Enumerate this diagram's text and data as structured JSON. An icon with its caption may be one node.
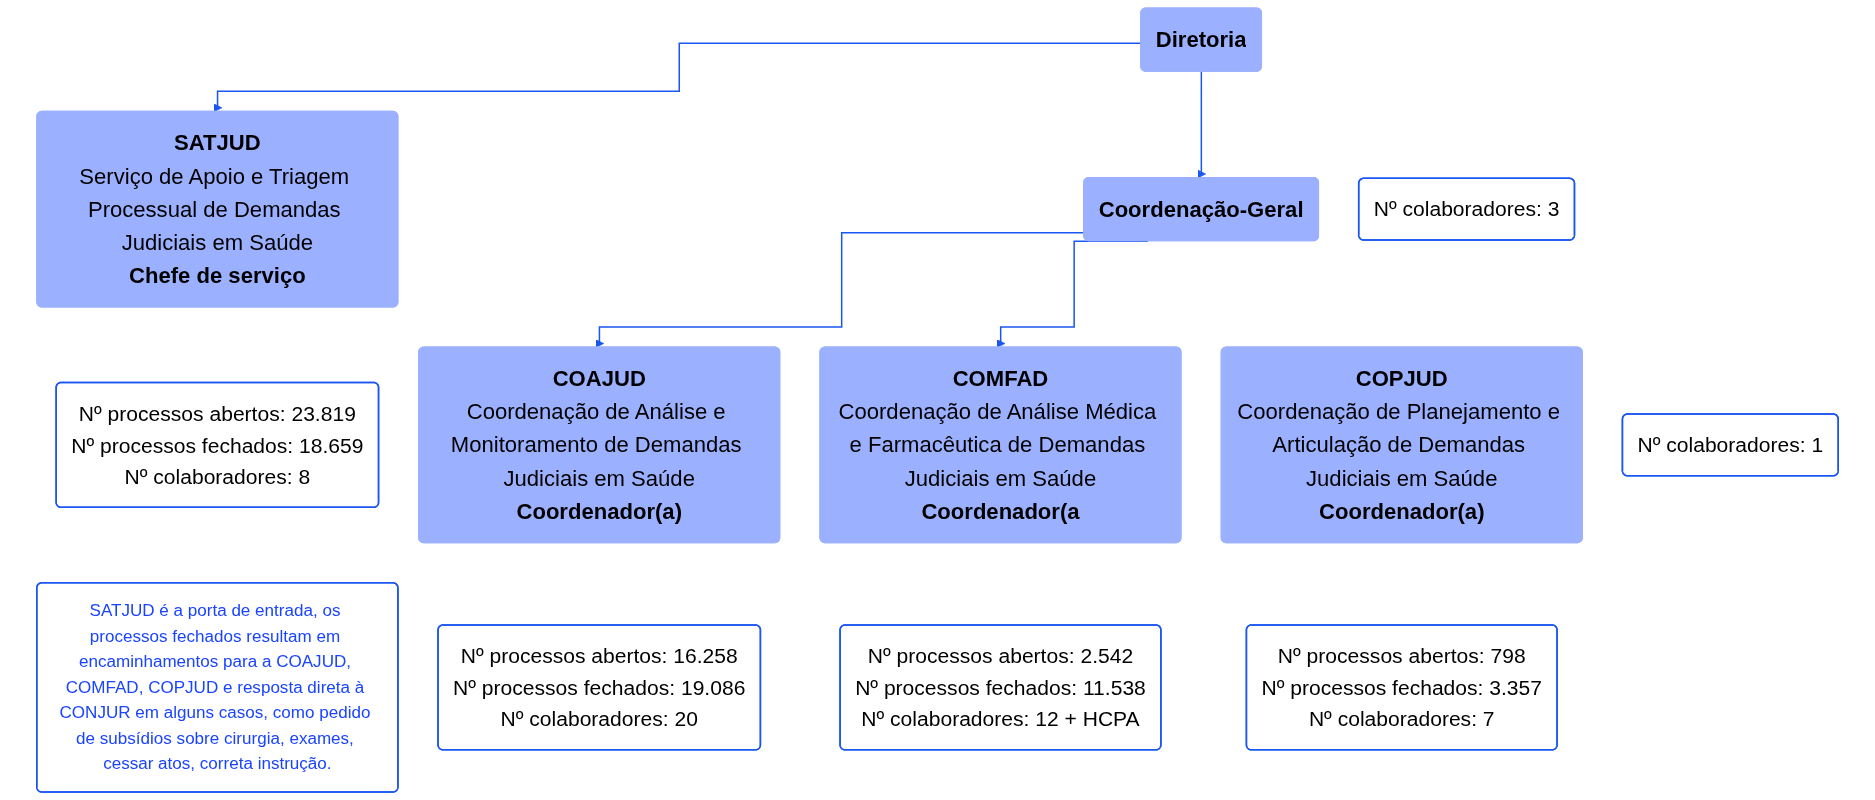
{
  "diagram": {
    "nodes": [
      {
        "text": [
          "Diretoria"
        ]
      },
      {
        "text": [
          "Nº colaboradores: 3"
        ]
      },
      {
        "text": [
          "SATJUD",
          "Serviço de Apoio e Triagem Processual de Demandas Judiciais em Saúde",
          "Chefe de serviço"
        ]
      },
      {
        "text": [
          "Coordenação-Geral"
        ]
      },
      {
        "text": [
          "Nº colaboradores: 1"
        ]
      },
      {
        "text": [
          "Nº processos abertos: 23.819",
          "Nº processos fechados: 18.659",
          "Nº colaboradores: 8"
        ]
      },
      {
        "text": [
          "SATJUD é a porta de entrada, os processos fechados resultam em encaminhamentos para a COAJUD, COMFAD, COPJUD e resposta direta à CONJUR em alguns casos, como pedido de subsídios sobre cirurgia, exames, cessar atos, correta instrução."
        ]
      },
      {
        "text": [
          "COAJUD",
          "Coordenação de Análise e Monitoramento de Demandas Judiciais em Saúde",
          "Coordenador(a)"
        ]
      },
      {
        "text": [
          "Nº processos abertos: 16.258",
          "Nº processos fechados: 19.086",
          "Nº colaboradores: 20"
        ]
      },
      {
        "text": [
          "COMFAD",
          "Coordenação de Análise Médica e Farmacêutica de Demandas Judiciais em Saúde",
          "Coordenador(a"
        ]
      },
      {
        "text": [
          "Nº processos abertos: 2.542",
          "Nº processos fechados: 11.538",
          "Nº colaboradores: 12 + HCPA"
        ]
      },
      {
        "text": [
          "COPJUD",
          "Coordenação de Planejamento e Articulação de Demandas Judiciais em Saúde",
          "Coordenador(a)"
        ]
      },
      {
        "text": [
          "Nº processos abertos: 798",
          "Nº processos fechados: 3.357",
          "Nº colaboradores: 7"
        ]
      }
    ],
    "edges": [
      {
        "from": 0,
        "to": 2,
        "arrow": "to"
      },
      {
        "from": 0,
        "to": 3,
        "arrow": "to"
      },
      {
        "from": 3,
        "to": 7,
        "arrow": "to"
      },
      {
        "from": 3,
        "to": 9,
        "arrow": "to"
      }
    ]
  }
}
